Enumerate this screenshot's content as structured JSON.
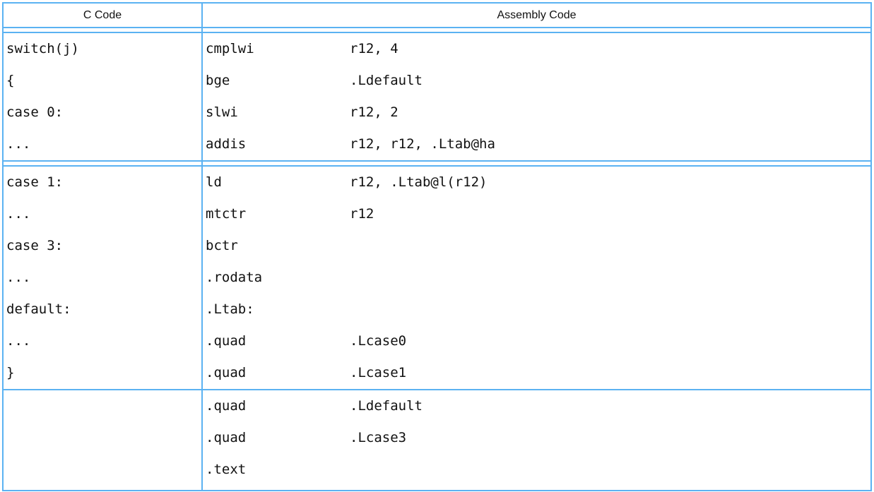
{
  "meta": {
    "accent_color": "#5bb2f2",
    "text_color": "#111111",
    "background_color": "#ffffff"
  },
  "table": {
    "header": {
      "c_col": "C Code",
      "asm_col": "Assembly Code"
    },
    "sections": [
      {
        "divider_after": "double",
        "c_lines": [
          "switch(j)",
          "{",
          "case 0:",
          "..."
        ],
        "asm_lines": [
          {
            "mnemonic": "cmplwi",
            "operands": "r12, 4"
          },
          {
            "mnemonic": "bge",
            "operands": ".Ldefault"
          },
          {
            "mnemonic": "slwi",
            "operands": "r12, 2"
          },
          {
            "mnemonic": "addis",
            "operands": "r12, r12, .Ltab@ha"
          }
        ]
      },
      {
        "divider_after": "single",
        "c_lines": [
          "case 1:",
          "...",
          "case 3:",
          "...",
          "default:",
          "...",
          "}"
        ],
        "asm_lines": [
          {
            "mnemonic": "ld",
            "operands": "r12, .Ltab@l(r12)"
          },
          {
            "mnemonic": "mtctr",
            "operands": "r12"
          },
          {
            "mnemonic": "bctr",
            "operands": ""
          },
          {
            "mnemonic": ".rodata",
            "operands": ""
          },
          {
            "mnemonic": ".Ltab:",
            "operands": ""
          },
          {
            "mnemonic": ".quad",
            "operands": ".Lcase0"
          },
          {
            "mnemonic": ".quad",
            "operands": ".Lcase1"
          }
        ]
      },
      {
        "divider_after": "none",
        "c_lines": [],
        "asm_lines": [
          {
            "mnemonic": ".quad",
            "operands": ".Ldefault"
          },
          {
            "mnemonic": ".quad",
            "operands": ".Lcase3"
          },
          {
            "mnemonic": ".text",
            "operands": ""
          }
        ]
      }
    ]
  }
}
